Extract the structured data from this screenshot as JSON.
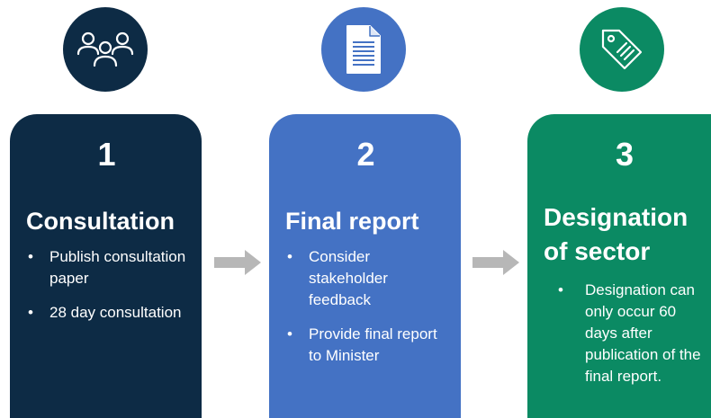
{
  "colors": {
    "step1": "#0d2b45",
    "step2": "#4472c4",
    "step3": "#0b8a63",
    "arrow": "#b7b7b7",
    "text": "#ffffff"
  },
  "steps": [
    {
      "number": "1",
      "title": "Consultation",
      "icon": "people-group-icon",
      "bullets": [
        "Publish consultation paper",
        "28 day consultation"
      ]
    },
    {
      "number": "2",
      "title": "Final report",
      "icon": "document-icon",
      "bullets": [
        "Consider stakeholder feedback",
        "Provide final report to Minister"
      ]
    },
    {
      "number": "3",
      "title": "Designation of sector",
      "icon": "tag-icon",
      "bullets": [
        "Designation can only occur 60 days after publication of the final report."
      ]
    }
  ],
  "bullet_glyph": "•"
}
